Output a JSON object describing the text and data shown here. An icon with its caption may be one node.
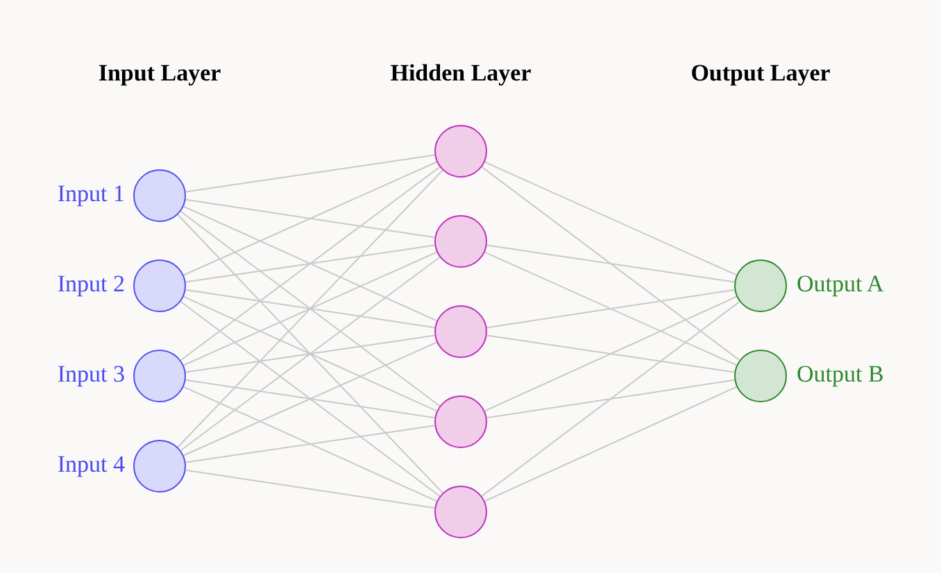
{
  "diagram": {
    "nodes": [
      {
        "text": [],
        "shape": "circle",
        "beside": [
          "Input 1"
        ]
      },
      {
        "text": [],
        "shape": "circle",
        "beside": [
          "Input 2"
        ]
      },
      {
        "text": [],
        "shape": "circle",
        "beside": [
          "Input 3"
        ]
      },
      {
        "text": [],
        "shape": "circle",
        "beside": [
          "Input 4"
        ]
      },
      {
        "text": [],
        "shape": "circle"
      },
      {
        "text": [],
        "shape": "circle"
      },
      {
        "text": [],
        "shape": "circle"
      },
      {
        "text": [],
        "shape": "circle"
      },
      {
        "text": [],
        "shape": "circle"
      },
      {
        "text": [],
        "shape": "circle",
        "beside": [
          "Output A"
        ]
      },
      {
        "text": [],
        "shape": "circle",
        "beside": [
          "Output B"
        ]
      }
    ],
    "edges": [
      {
        "from": 0,
        "to": 4,
        "arrow": "none"
      },
      {
        "from": 0,
        "to": 5,
        "arrow": "none"
      },
      {
        "from": 0,
        "to": 6,
        "arrow": "none"
      },
      {
        "from": 0,
        "to": 7,
        "arrow": "none"
      },
      {
        "from": 0,
        "to": 8,
        "arrow": "none"
      },
      {
        "from": 1,
        "to": 4,
        "arrow": "none"
      },
      {
        "from": 1,
        "to": 5,
        "arrow": "none"
      },
      {
        "from": 1,
        "to": 6,
        "arrow": "none"
      },
      {
        "from": 1,
        "to": 7,
        "arrow": "none"
      },
      {
        "from": 1,
        "to": 8,
        "arrow": "none"
      },
      {
        "from": 2,
        "to": 4,
        "arrow": "none"
      },
      {
        "from": 2,
        "to": 5,
        "arrow": "none"
      },
      {
        "from": 2,
        "to": 6,
        "arrow": "none"
      },
      {
        "from": 2,
        "to": 7,
        "arrow": "none"
      },
      {
        "from": 2,
        "to": 8,
        "arrow": "none"
      },
      {
        "from": 3,
        "to": 4,
        "arrow": "none"
      },
      {
        "from": 3,
        "to": 5,
        "arrow": "none"
      },
      {
        "from": 3,
        "to": 6,
        "arrow": "none"
      },
      {
        "from": 3,
        "to": 7,
        "arrow": "none"
      },
      {
        "from": 3,
        "to": 8,
        "arrow": "none"
      },
      {
        "from": 4,
        "to": 9,
        "arrow": "none"
      },
      {
        "from": 4,
        "to": 10,
        "arrow": "none"
      },
      {
        "from": 5,
        "to": 9,
        "arrow": "none"
      },
      {
        "from": 5,
        "to": 10,
        "arrow": "none"
      },
      {
        "from": 6,
        "to": 9,
        "arrow": "none"
      },
      {
        "from": 6,
        "to": 10,
        "arrow": "none"
      },
      {
        "from": 7,
        "to": 9,
        "arrow": "none"
      },
      {
        "from": 7,
        "to": 10,
        "arrow": "none"
      },
      {
        "from": 8,
        "to": 9,
        "arrow": "none"
      },
      {
        "from": 8,
        "to": 10,
        "arrow": "none"
      }
    ],
    "labels": [
      "Input Layer",
      "Hidden Layer",
      "Output Layer"
    ]
  }
}
